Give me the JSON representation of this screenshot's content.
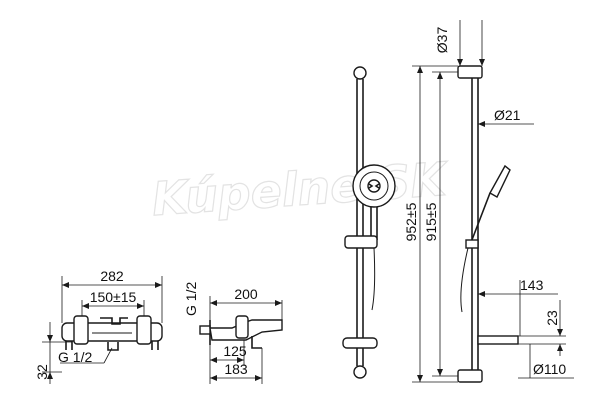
{
  "watermark": "Kúpelne SK",
  "dimensions": {
    "mixer_width": "282",
    "mixer_centers": "150±15",
    "mixer_height": "32",
    "mixer_thread": "G 1/2",
    "side_thread": "G 1/2",
    "side_depth": "200",
    "side_125": "125",
    "side_183": "183",
    "rail_top_diameter": "Ø37",
    "rail_diameter": "Ø21",
    "rail_height_total": "952±5",
    "rail_height_centers": "915±5",
    "bracket_projection": "143",
    "bracket_offset": "23",
    "base_diameter": "Ø110"
  }
}
